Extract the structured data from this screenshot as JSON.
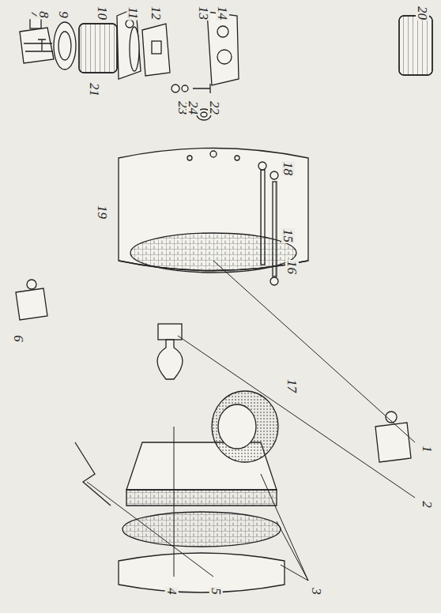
{
  "diagram": {
    "labels": [
      "7",
      "8",
      "9",
      "10",
      "11",
      "12",
      "13",
      "14",
      "20",
      "21",
      "23",
      "24",
      "22",
      "19",
      "18",
      "15",
      "16",
      "17",
      "1",
      "2",
      "3",
      "4",
      "5",
      "6"
    ]
  }
}
